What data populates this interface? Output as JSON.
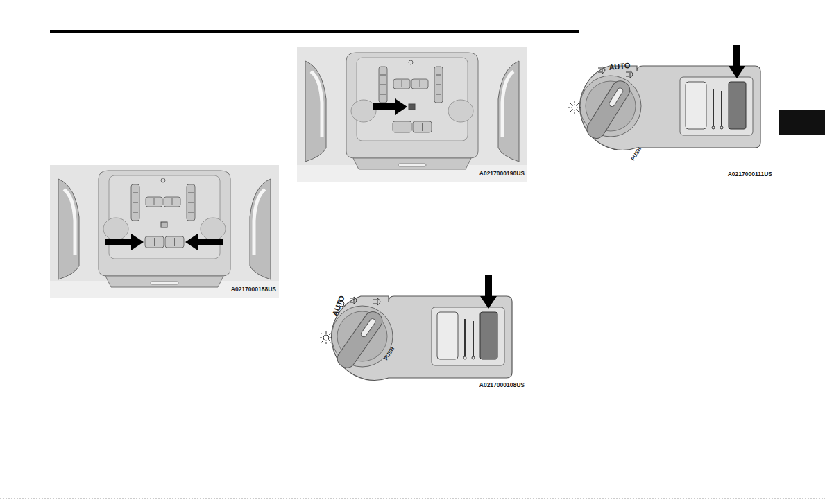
{
  "diagram": {
    "labels": [
      "A0217000188US",
      "A0217000190US",
      "AUTO",
      "PUSH",
      "A0217000108US",
      "AUTO",
      "PUSH",
      "A0217000111US"
    ]
  }
}
